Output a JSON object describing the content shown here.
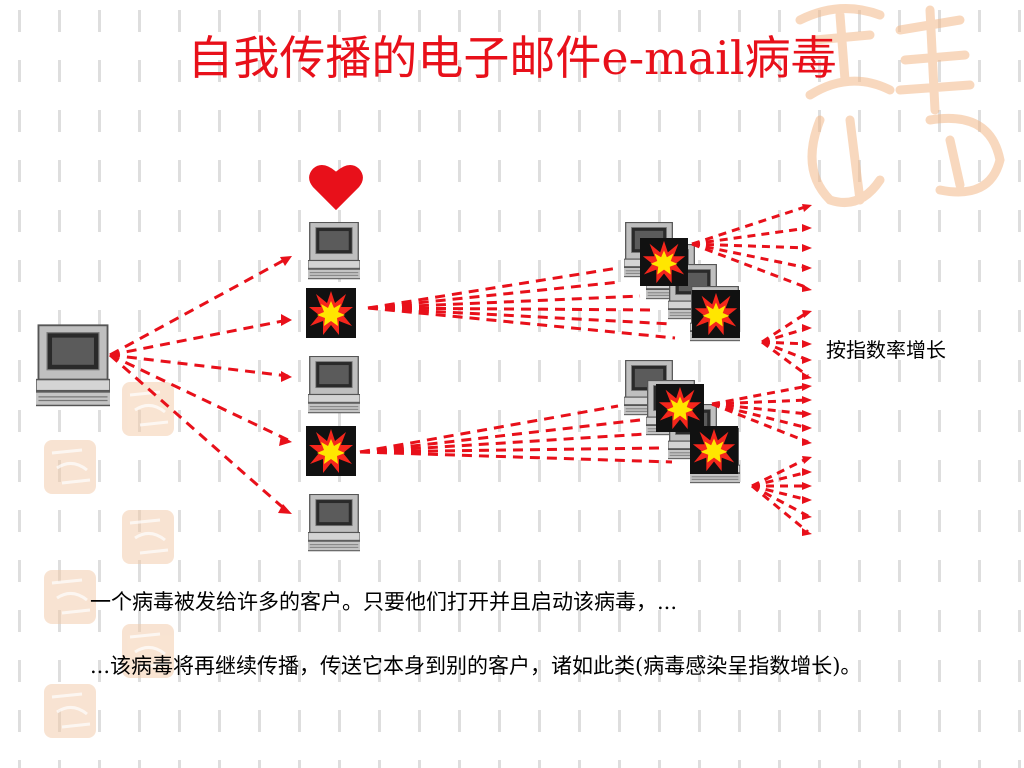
{
  "slide": {
    "title": "自我传播的电子邮件e-mail病毒",
    "growth_label": "按指数率增长",
    "caption_1": "一个病毒被发给许多的客户。只要他们打开并且启动该病毒，...",
    "caption_2": "...该病毒将再继续传播，传送它本身到别的客户，诸如此类(病毒感染呈指数增长)。"
  },
  "colors": {
    "title": "#e8101a",
    "arrow": "#e8101a",
    "heart": "#e8101a",
    "watermark": "#f3b98a",
    "background_dash": "#dcdcdc"
  },
  "icons": {
    "heart": "heart-icon",
    "clean_computer": "computer-icon",
    "infected_computer": "virus-burst-icon",
    "watermark": "auspicious-seal-icon"
  }
}
